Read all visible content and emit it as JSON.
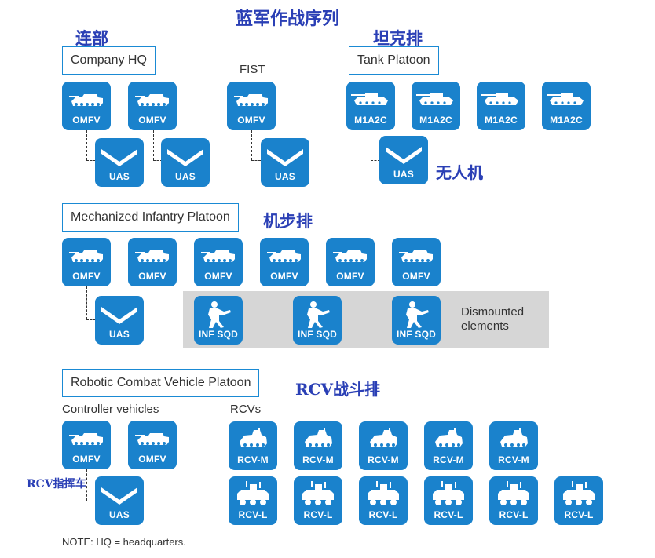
{
  "title": "蓝军作战序列",
  "annotations": {
    "company": "连部",
    "tank": "坦克排",
    "uas": "无人机",
    "mech": "机步排",
    "rcv": "RCV战斗排",
    "rcv_cmd": "RCV指挥车"
  },
  "sections": {
    "company_hq": "Company HQ",
    "fist": "FIST",
    "tank_platoon": "Tank Platoon",
    "mech_infantry": "Mechanized Infantry Platoon",
    "rcv_platoon": "Robotic Combat Vehicle Platoon",
    "controller": "Controller vehicles",
    "rcvs": "RCVs"
  },
  "labels": {
    "omfv": "OMFV",
    "uas": "UAS",
    "m1a2c": "M1A2C",
    "inf": "INF SQD",
    "rcvm": "RCV-M",
    "rcvl": "RCV-L"
  },
  "dismounted": "Dismounted elements",
  "note": "NOTE: HQ = headquarters.",
  "colors": {
    "unit": "#1a82cc",
    "box_border": "#1a8ad4",
    "annotation": "#2a3fb5",
    "grey": "#d6d6d6"
  },
  "icons": [
    "tank-icon",
    "drone-icon",
    "soldier-icon",
    "rcv-medium-icon",
    "rcv-light-icon"
  ]
}
